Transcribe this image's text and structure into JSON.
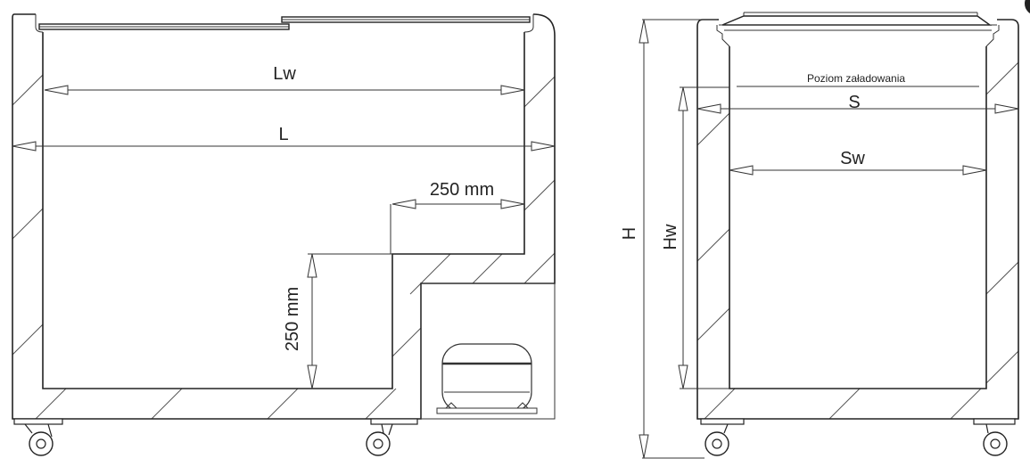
{
  "labels": {
    "lw": "Lw",
    "l": "L",
    "step_width": "250 mm",
    "step_height": "250 mm",
    "h": "H",
    "hw": "Hw",
    "load_level": "Poziom załadowania",
    "s": "S",
    "sw": "Sw"
  }
}
